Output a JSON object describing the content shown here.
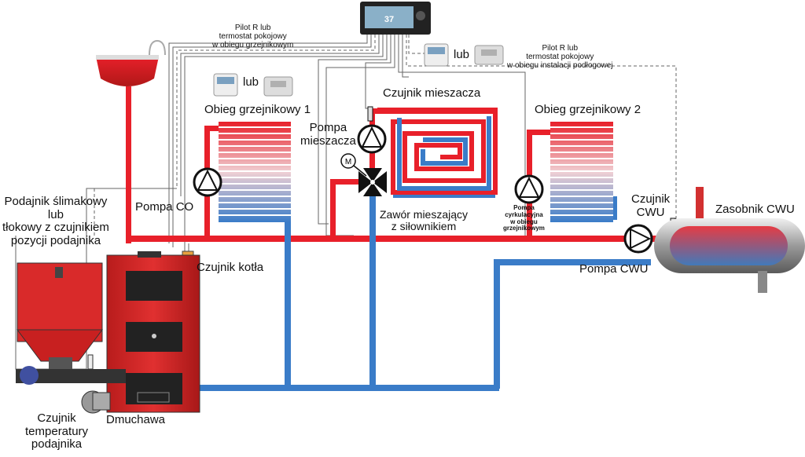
{
  "labels": {
    "pilot_radiator": [
      "Pilot R lub",
      "termostat pokojowy",
      "w obiegu grzejnikowym"
    ],
    "pilot_floor": [
      "Pilot R lub",
      "termostat pokojowy",
      "w obiegu instalacji podłogowej"
    ],
    "lub": "lub",
    "circuit1": "Obieg grzejnikowy 1",
    "circuit2": "Obieg grzejnikowy 2",
    "mixer_sensor": "Czujnik mieszacza",
    "mixer_pump": [
      "Pompa",
      "mieszacza"
    ],
    "mixing_valve": [
      "Zawór mieszający",
      "z siłownikiem"
    ],
    "motor_symbol": "M",
    "circ_pump": [
      "Pompa",
      "cyrkulacyjna",
      "w obiegu",
      "grzejnikowym"
    ],
    "dhw_sensor": [
      "Czujnik",
      "CWU"
    ],
    "dhw_tank": "Zasobnik CWU",
    "dhw_pump": "Pompa CWU",
    "feeder": [
      "Podajnik ślimakowy",
      "lub",
      "tłokowy z czujnikiem",
      "pozycji podajnika"
    ],
    "co_pump": "Pompa CO",
    "boiler_sensor": "Czujnik kotła",
    "feeder_temp_sensor": [
      "Czujnik",
      "temperatury",
      "podajnika"
    ],
    "blower": "Dmuchawa",
    "controller_display": "37"
  },
  "colors": {
    "hot": "#e8202a",
    "cold": "#3a7cc8",
    "boiler": "#d92a2a",
    "signal_line": "#666666"
  }
}
